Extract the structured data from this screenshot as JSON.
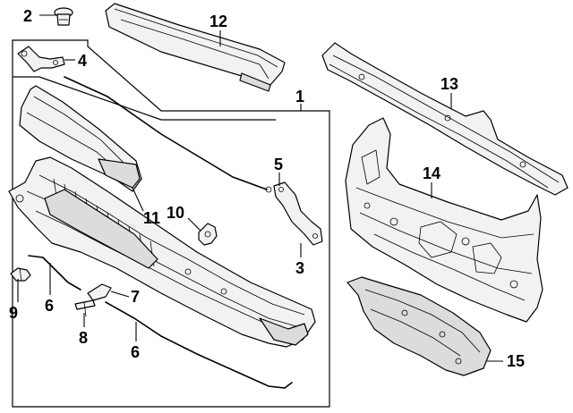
{
  "callouts": [
    {
      "id": "c2",
      "label": "2"
    },
    {
      "id": "c12",
      "label": "12"
    },
    {
      "id": "c4",
      "label": "4"
    },
    {
      "id": "c1",
      "label": "1"
    },
    {
      "id": "c13",
      "label": "13"
    },
    {
      "id": "c5",
      "label": "5"
    },
    {
      "id": "c14",
      "label": "14"
    },
    {
      "id": "c11",
      "label": "11"
    },
    {
      "id": "c10",
      "label": "10"
    },
    {
      "id": "c3",
      "label": "3"
    },
    {
      "id": "c9",
      "label": "9"
    },
    {
      "id": "c6a",
      "label": "6"
    },
    {
      "id": "c7",
      "label": "7"
    },
    {
      "id": "c8",
      "label": "8"
    },
    {
      "id": "c6b",
      "label": "6"
    },
    {
      "id": "c15",
      "label": "15"
    }
  ]
}
